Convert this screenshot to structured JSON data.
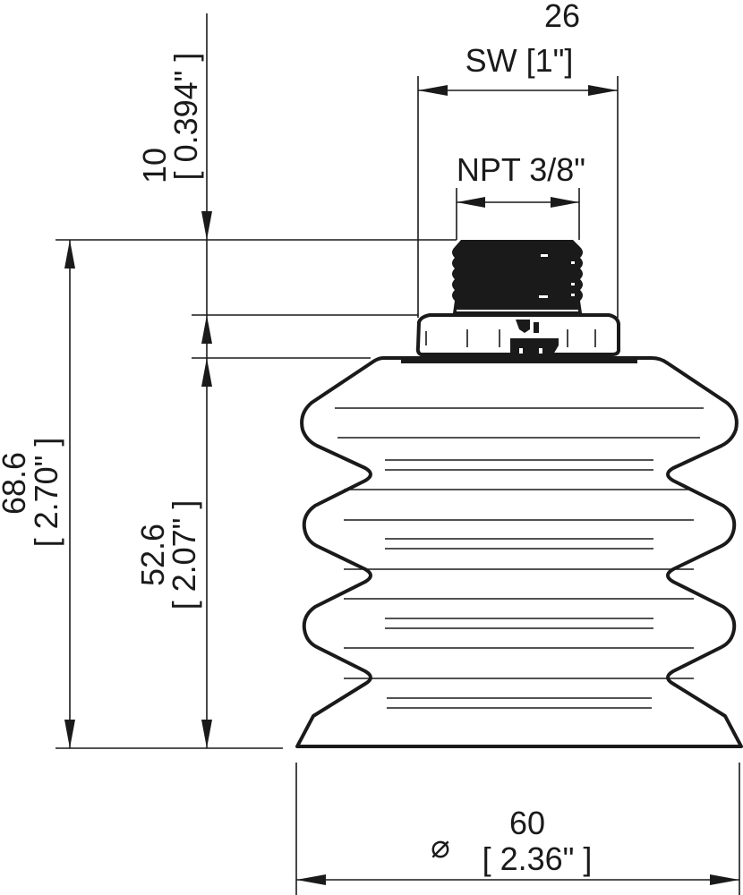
{
  "drawing": {
    "subject": "Bellows suction cup with threaded fitting",
    "colors": {
      "line": "#1a1a1a",
      "background": "#ffffff"
    },
    "dimensions": {
      "wrench_size": {
        "value": "26",
        "label": "SW [1\"]"
      },
      "thread": {
        "label": "NPT 3/8\""
      },
      "fitting_height": {
        "value": "10",
        "inch": "[ 0.394\" ]"
      },
      "overall_height": {
        "value": "68.6",
        "inch": "[ 2.70\" ]"
      },
      "bellows_height": {
        "value": "52.6",
        "inch": "[ 2.07\" ]"
      },
      "diameter": {
        "symbol": "⌀",
        "value": "60",
        "inch": "[ 2.36\" ]"
      }
    }
  }
}
